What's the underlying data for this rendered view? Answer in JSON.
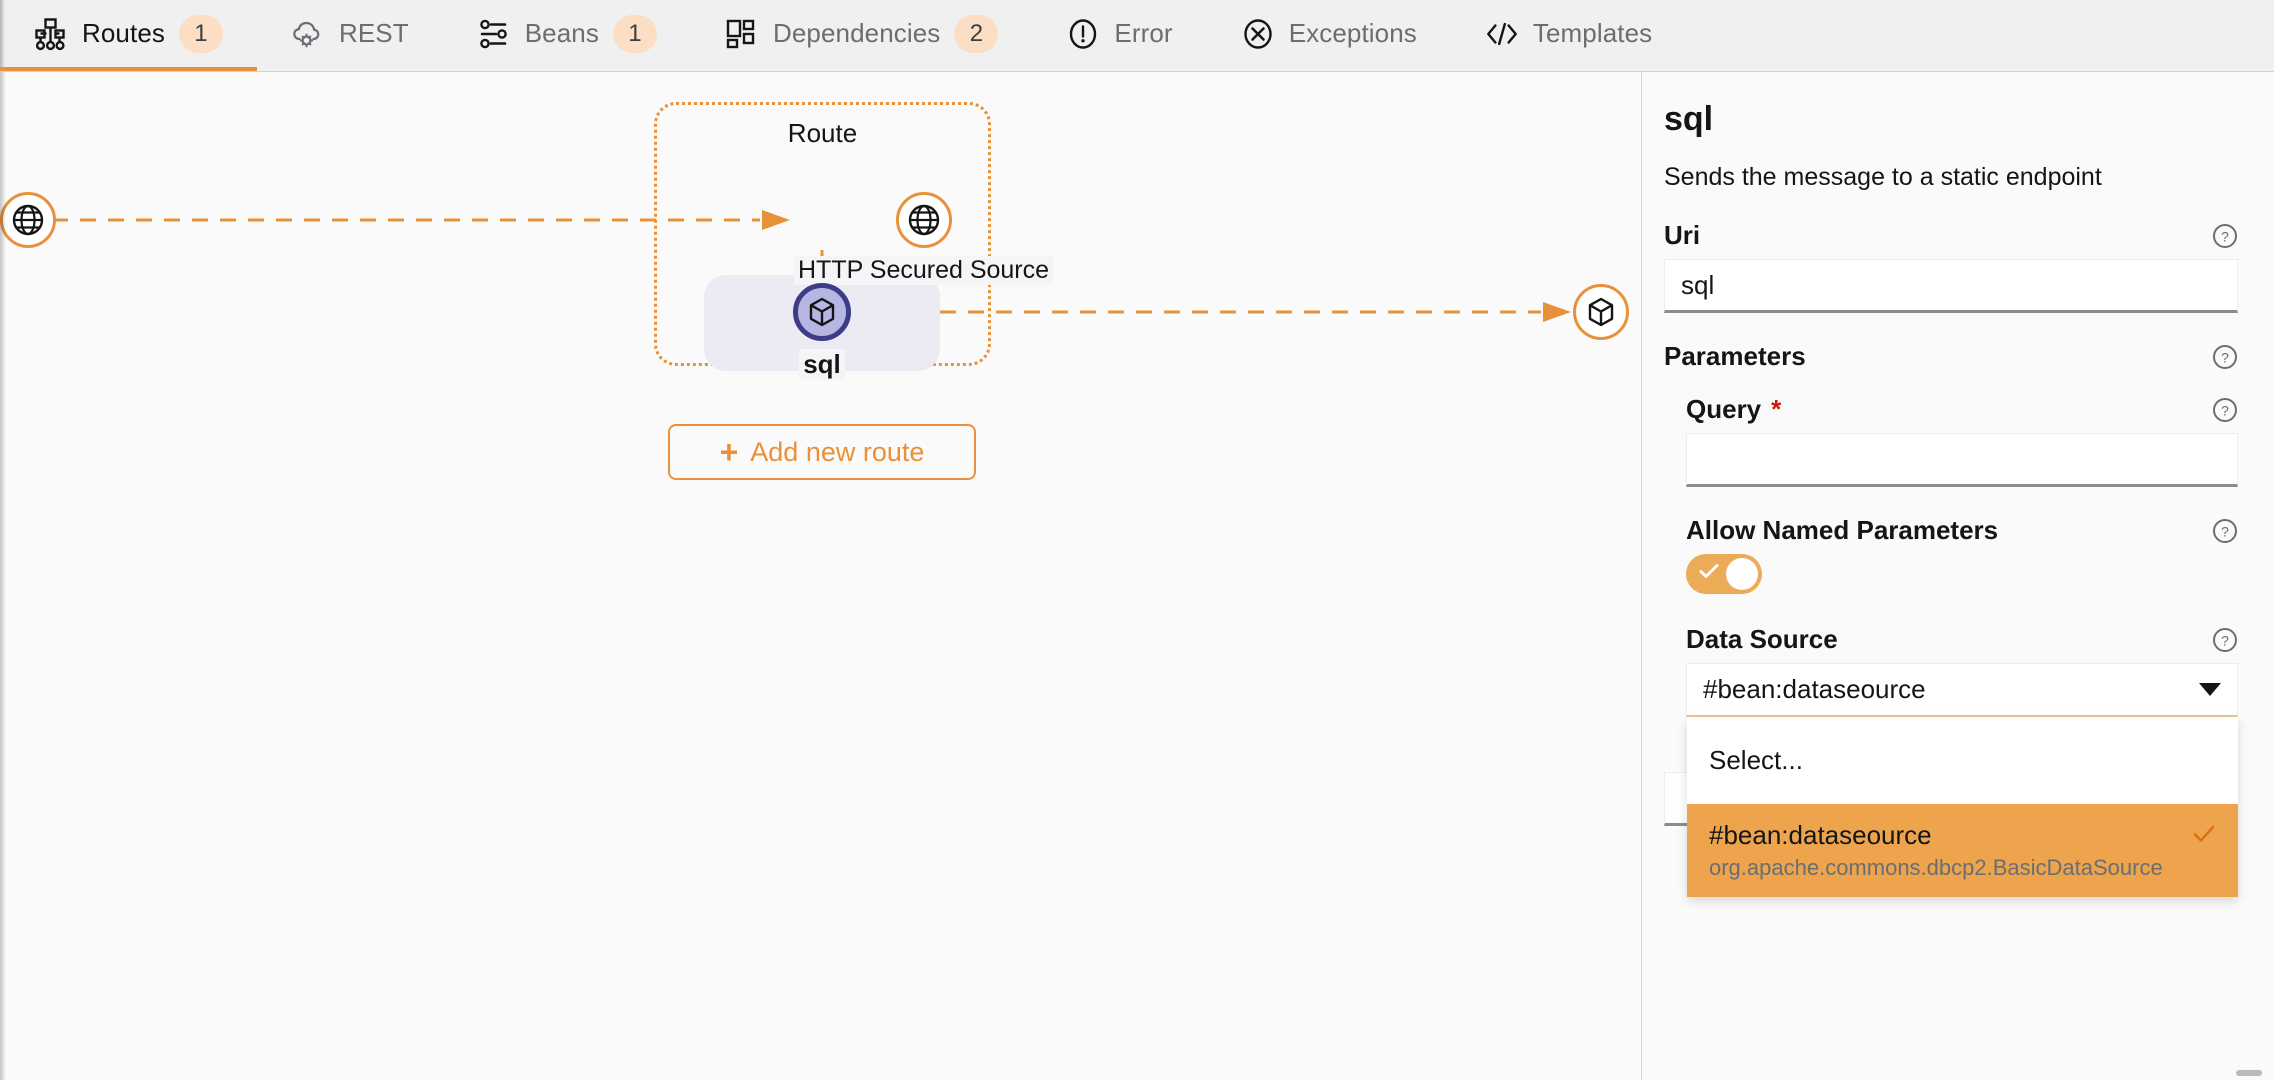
{
  "tabs": [
    {
      "id": "routes",
      "label": "Routes",
      "icon": "routes-tree-icon",
      "badge": "1",
      "active": true
    },
    {
      "id": "rest",
      "label": "REST",
      "icon": "cloud-gear-icon",
      "badge": null,
      "active": false
    },
    {
      "id": "beans",
      "label": "Beans",
      "icon": "sliders-icon",
      "badge": "1",
      "active": false
    },
    {
      "id": "dependencies",
      "label": "Dependencies",
      "icon": "blocks-icon",
      "badge": "2",
      "active": false
    },
    {
      "id": "error",
      "label": "Error",
      "icon": "exclamation-circle-icon",
      "badge": null,
      "active": false
    },
    {
      "id": "exceptions",
      "label": "Exceptions",
      "icon": "times-circle-icon",
      "badge": null,
      "active": false
    },
    {
      "id": "templates",
      "label": "Templates",
      "icon": "code-icon",
      "badge": null,
      "active": false
    }
  ],
  "canvas": {
    "route_group_title": "Route",
    "entry_node": {
      "label": "",
      "icon": "globe-icon"
    },
    "source_node": {
      "label": "HTTP Secured Source",
      "icon": "globe-icon"
    },
    "step_node": {
      "label": "sql",
      "icon": "cube-icon"
    },
    "exit_node": {
      "label": "",
      "icon": "cube-icon"
    },
    "add_route_button": {
      "label": "Add new route",
      "plus": "+"
    }
  },
  "panel": {
    "title": "sql",
    "description": "Sends the message to a static endpoint",
    "uri": {
      "label": "Uri",
      "value": "sql",
      "help": "?"
    },
    "parameters": {
      "label": "Parameters",
      "help": "?"
    },
    "query": {
      "label": "Query",
      "required_marker": "*",
      "value": "",
      "help": "?"
    },
    "allow_named_parameters": {
      "label": "Allow Named Parameters",
      "enabled": true,
      "help": "?"
    },
    "data_source": {
      "label": "Data Source",
      "value": "#bean:dataseource",
      "help": "?",
      "menu_open": true,
      "options": [
        {
          "label": "Select...",
          "sublabel": "",
          "selected": false
        },
        {
          "label": "#bean:dataseource",
          "sublabel": "org.apache.commons.dbcp2.BasicDataSource",
          "selected": true
        }
      ]
    }
  },
  "colors": {
    "accent_orange": "#e8913a",
    "badge_bg": "#fbdec3",
    "option_highlight": "#eda44c",
    "selected_node_ring": "#3c3d86",
    "selected_node_fill": "#b6b6e3",
    "required_red": "#c9190b"
  }
}
